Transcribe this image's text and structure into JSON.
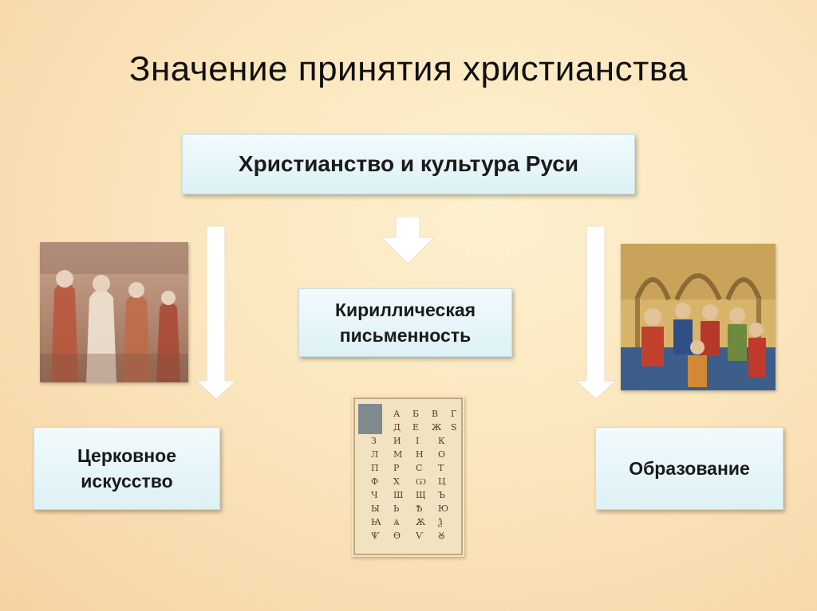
{
  "title": "Значение принятия христианства",
  "diagram": {
    "main": "Христианство и культура Руси",
    "writing": {
      "line1": "Кириллическая",
      "line2": "письменность"
    },
    "art": {
      "line1": "Церковное",
      "line2": "искусство"
    },
    "education": "Образование"
  },
  "alphabet_letters": [
    "А",
    "Б",
    "В",
    "Г",
    "Д",
    "Е",
    "Ж",
    "Ѕ",
    "З",
    "И",
    "І",
    "К",
    "Л",
    "М",
    "Н",
    "О",
    "П",
    "Р",
    "С",
    "Т",
    "Ф",
    "Х",
    "Ѡ",
    "Ц",
    "Ч",
    "Ш",
    "Щ",
    "Ъ",
    "Ы",
    "Ь",
    "Ѣ",
    "Ю",
    "Ꙗ",
    "Ѧ",
    "Ѫ",
    "Ѯ",
    "Ѱ",
    "Ѳ",
    "Ѵ",
    "Ꙋ"
  ],
  "colors": {
    "box_fill": "#e4f4f8",
    "arrow_fill": "#ffffff",
    "background": "#fbe6bd"
  }
}
